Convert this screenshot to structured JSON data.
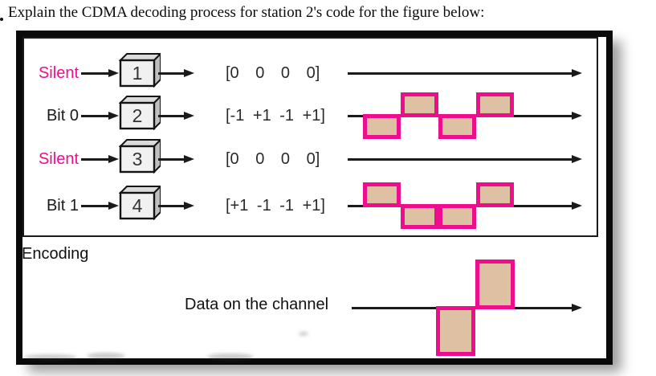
{
  "question": "Explain the CDMA decoding process for station 2's code for the figure below:",
  "colors": {
    "pink": "#ED0E8E",
    "tan": "#DDC1A2",
    "line": "#1a1a1a"
  },
  "figure": {
    "rows": [
      {
        "state": "Silent",
        "station": "1",
        "code": "[0 0 0 0]",
        "signal": [
          0,
          0,
          0,
          0
        ]
      },
      {
        "state": "Bit 0",
        "station": "2",
        "code": "[-1 +1 -1 +1]",
        "signal": [
          -1,
          1,
          -1,
          1
        ]
      },
      {
        "state": "Silent",
        "station": "3",
        "code": "[0 0 0 0]",
        "signal": [
          0,
          0,
          0,
          0
        ]
      },
      {
        "state": "Bit 1",
        "station": "4",
        "code": "[+1 -1 -1 +1]",
        "signal": [
          1,
          -1,
          -1,
          1
        ]
      }
    ],
    "encoding_label": "Encoding",
    "channel_label": "Data on the channel",
    "channel_signal": [
      0,
      0,
      -2,
      2
    ]
  }
}
